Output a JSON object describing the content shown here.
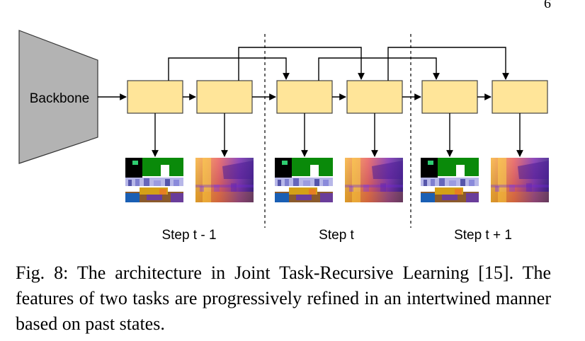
{
  "page_number": "6",
  "backbone_label": "Backbone",
  "steps": [
    "Step t - 1",
    "Step t",
    "Step t + 1"
  ],
  "caption": "Fig. 8: The architecture in Joint Task-Recursive Learning [15]. The features of two tasks are progressively refined in an intertwined manner based on past states.",
  "colors": {
    "backbone_fill": "#b3b3b3",
    "block_fill": "#ffe599",
    "block_stroke": "#444444"
  }
}
